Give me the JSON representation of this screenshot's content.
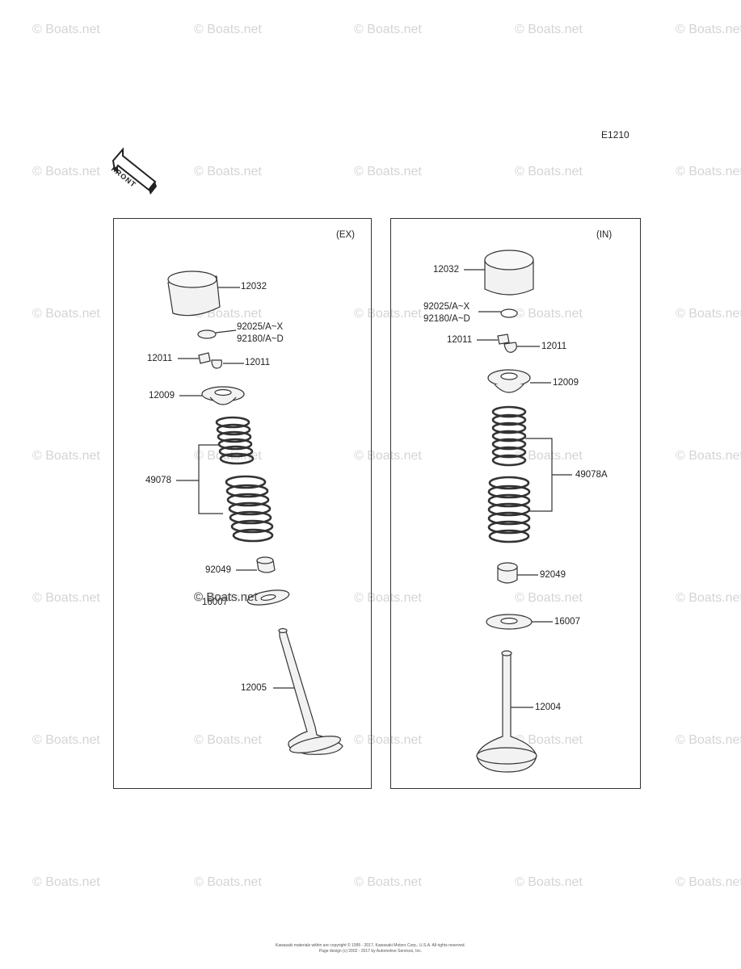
{
  "watermark_text": "© Boats.net",
  "diagram_code": "E1210",
  "front_label": "FRONT",
  "colors": {
    "line": "#333333",
    "watermark": "#d4d4d4",
    "part_fill": "#f2f2f2"
  },
  "ex_panel": {
    "title": "(EX)",
    "labels": {
      "tappet": "12032",
      "shim_a": "92025/A~X",
      "shim_b": "92180/A~D",
      "cotter_left": "12011",
      "cotter_right": "12011",
      "retainer": "12009",
      "spring": "49078",
      "seal": "92049",
      "seat": "16007",
      "valve": "12005"
    },
    "inline_watermark": "© Boats.net"
  },
  "in_panel": {
    "title": "(IN)",
    "labels": {
      "tappet": "12032",
      "shim_a": "92025/A~X",
      "shim_b": "92180/A~D",
      "cotter_left": "12011",
      "cotter_right": "12011",
      "retainer": "12009",
      "spring": "49078A",
      "seal": "92049",
      "seat": "16007",
      "valve": "12004"
    }
  },
  "copyright": {
    "line1": "Kawasaki materials within are copyright © 1995 - 2017, Kawasaki Motors Corp., U.S.A. All rights reserved.",
    "line2": "Page design (c) 2002 - 2017 by Automotive Services, Inc."
  }
}
